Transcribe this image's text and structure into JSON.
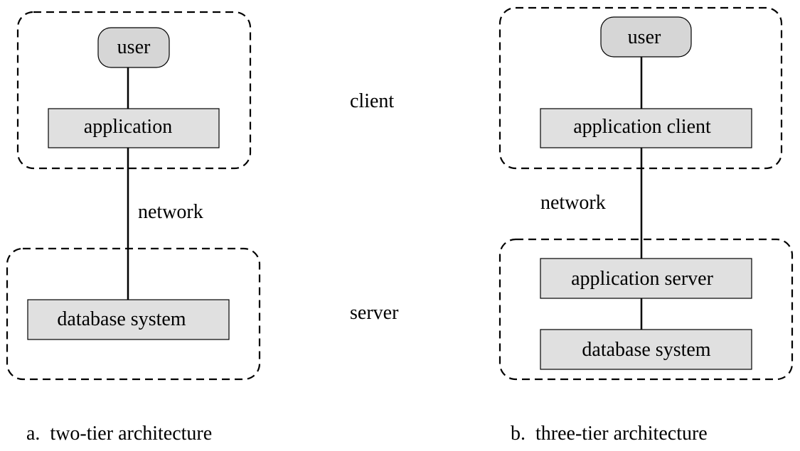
{
  "labels": {
    "client": "client",
    "server": "server"
  },
  "two_tier": {
    "user": "user",
    "application": "application",
    "network": "network",
    "database": "database system",
    "caption": "a.  two-tier architecture"
  },
  "three_tier": {
    "user": "user",
    "app_client": "application client",
    "network": "network",
    "app_server": "application server",
    "database": "database system",
    "caption": "b.  three-tier architecture"
  },
  "colors": {
    "box_fill": "#e0e0e0",
    "user_fill": "#d6d6d6",
    "line": "#000000"
  }
}
